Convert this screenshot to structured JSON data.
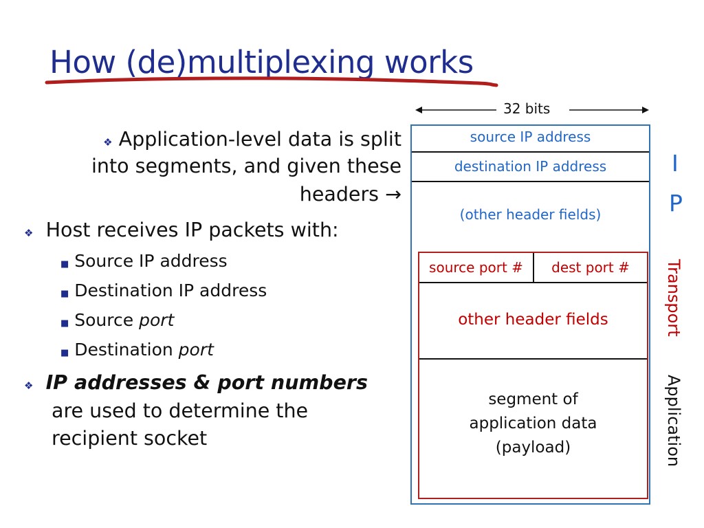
{
  "title": "How (de)multiplexing works",
  "colors": {
    "title": "#1f2d8f",
    "title_underline": "#b01e1e",
    "ip_border": "#2e74b5",
    "ip_text": "#1f66c8",
    "transport": "#c00000",
    "bullet_marker": "#1f2d8f"
  },
  "bullets": {
    "b1_line1": "Application-level data is split",
    "b1_line2": "into segments, and given these",
    "b1_line3": "headers",
    "b1_arrow": "→",
    "b2": "Host receives IP packets with:",
    "sub": [
      "Source IP address",
      "Destination IP address",
      "Source",
      "Destination"
    ],
    "sub_port": "port",
    "b3_bold": "IP addresses & port numbers",
    "b3_line2": "are used to determine the",
    "b3_line3": "recipient socket",
    "diamond_icon": "diamond-bullet",
    "square_icon": "square-bullet"
  },
  "diagram": {
    "bits_label": "32 bits",
    "ip_fields": [
      "source IP address",
      "destination IP address",
      "(other header fields)"
    ],
    "transport_fields": [
      "source port #",
      "dest port #",
      "other header fields"
    ],
    "payload": [
      "segment of",
      "application data",
      "(payload)"
    ],
    "layer_i": "I",
    "layer_p": "P",
    "layer_transport": "Transport",
    "layer_application": "Application"
  }
}
